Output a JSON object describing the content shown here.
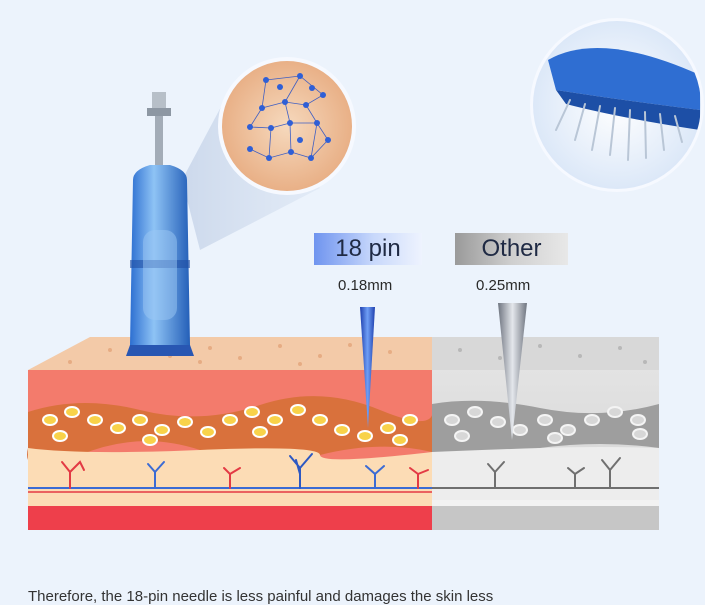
{
  "labels": {
    "pin_name": "18 pin",
    "pin_size": "0.18mm",
    "other_name": "Other",
    "other_size": "0.25mm"
  },
  "caption": "Therefore, the 18-pin needle is less painful and damages the skin less",
  "colors": {
    "background": "#ecf3fc",
    "pin_blue": "#2f5fd6",
    "skin_top": "#f3c9a6",
    "dermis": "#f37b6c",
    "gray_side": "#cfcfcf"
  }
}
